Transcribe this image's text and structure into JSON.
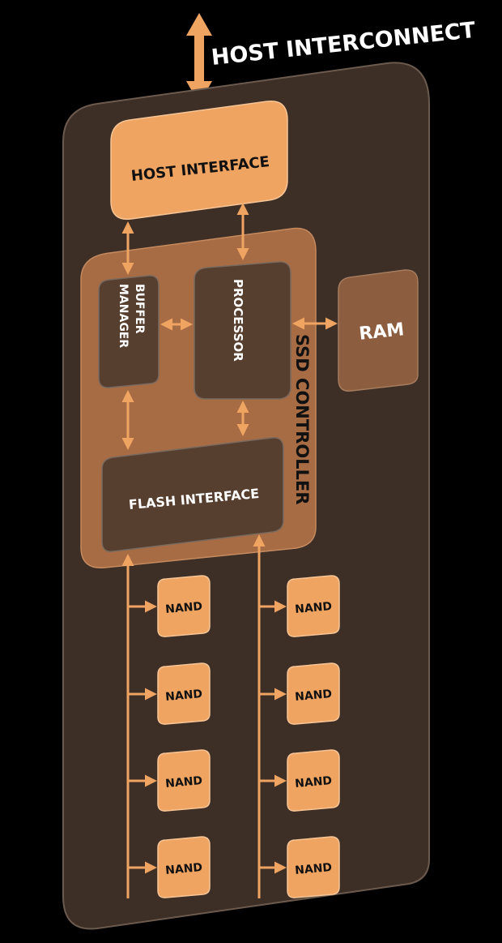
{
  "title": "HOST INTERCONNECT",
  "colors": {
    "background": "#000000",
    "board": "#3d2e26",
    "board_edge": "#6b5a4d",
    "controller": "#a86c45",
    "controller_edge": "#c58a5e",
    "accent": "#f0a461",
    "block_dark": "#573f30",
    "ram": "#8c5e3f",
    "text_dark": "#111111",
    "text_light": "#ffffff"
  },
  "blocks": {
    "host_interface": "HOST INTERFACE",
    "buffer_manager_line1": "BUFFER",
    "buffer_manager_line2": "MANAGER",
    "processor": "PROCESSOR",
    "ram": "RAM",
    "flash_interface": "FLASH INTERFACE",
    "ssd_controller": "SSD CONTROLLER"
  },
  "nand_channels": [
    {
      "chips": [
        "NAND",
        "NAND",
        "NAND",
        "NAND"
      ]
    },
    {
      "chips": [
        "NAND",
        "NAND",
        "NAND",
        "NAND"
      ]
    }
  ],
  "connections": [
    {
      "from": "host-interconnect",
      "to": "host-interface",
      "type": "bidirectional"
    },
    {
      "from": "host-interface",
      "to": "buffer-manager",
      "type": "bidirectional"
    },
    {
      "from": "host-interface",
      "to": "processor",
      "type": "bidirectional"
    },
    {
      "from": "buffer-manager",
      "to": "processor",
      "type": "bidirectional"
    },
    {
      "from": "processor",
      "to": "ram",
      "type": "bidirectional"
    },
    {
      "from": "buffer-manager",
      "to": "flash-interface",
      "type": "bidirectional"
    },
    {
      "from": "processor",
      "to": "flash-interface",
      "type": "bidirectional"
    },
    {
      "from": "nand-channel-bus",
      "to": "flash-interface",
      "type": "unidirectional"
    },
    {
      "from": "nand-channel-bus",
      "to": "nand",
      "type": "unidirectional"
    }
  ]
}
